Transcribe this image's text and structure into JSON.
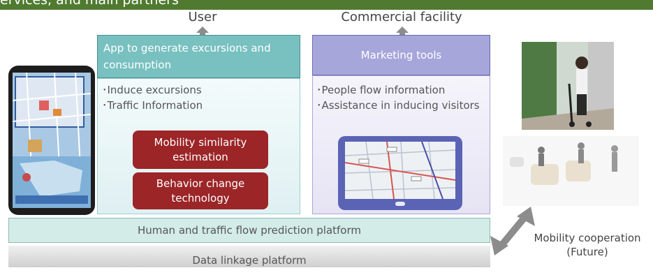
{
  "header": {
    "title": "ervices, and main partners"
  },
  "top_labels": {
    "user": "User",
    "commercial": "Commercial facility"
  },
  "app_panel": {
    "title": "App to generate excursions and consumption",
    "bullets": [
      "･Induce excursions",
      "･Traffic Information"
    ],
    "tech": [
      "Mobility similarity estimation",
      "Behavior change technology"
    ]
  },
  "marketing_panel": {
    "title": "Marketing tools",
    "bullets": [
      "･People flow information",
      "･Assistance in inducing visitors"
    ]
  },
  "platforms": {
    "prediction": "Human and traffic flow prediction platform",
    "data": "Data linkage platform"
  },
  "mobility": {
    "caption_line1": "Mobility cooperation",
    "caption_line2": "(Future)"
  },
  "colors": {
    "header_green": "#4f7a2f",
    "teal": "#79c0c0",
    "purple": "#a7a6db",
    "red": "#9b2527"
  }
}
